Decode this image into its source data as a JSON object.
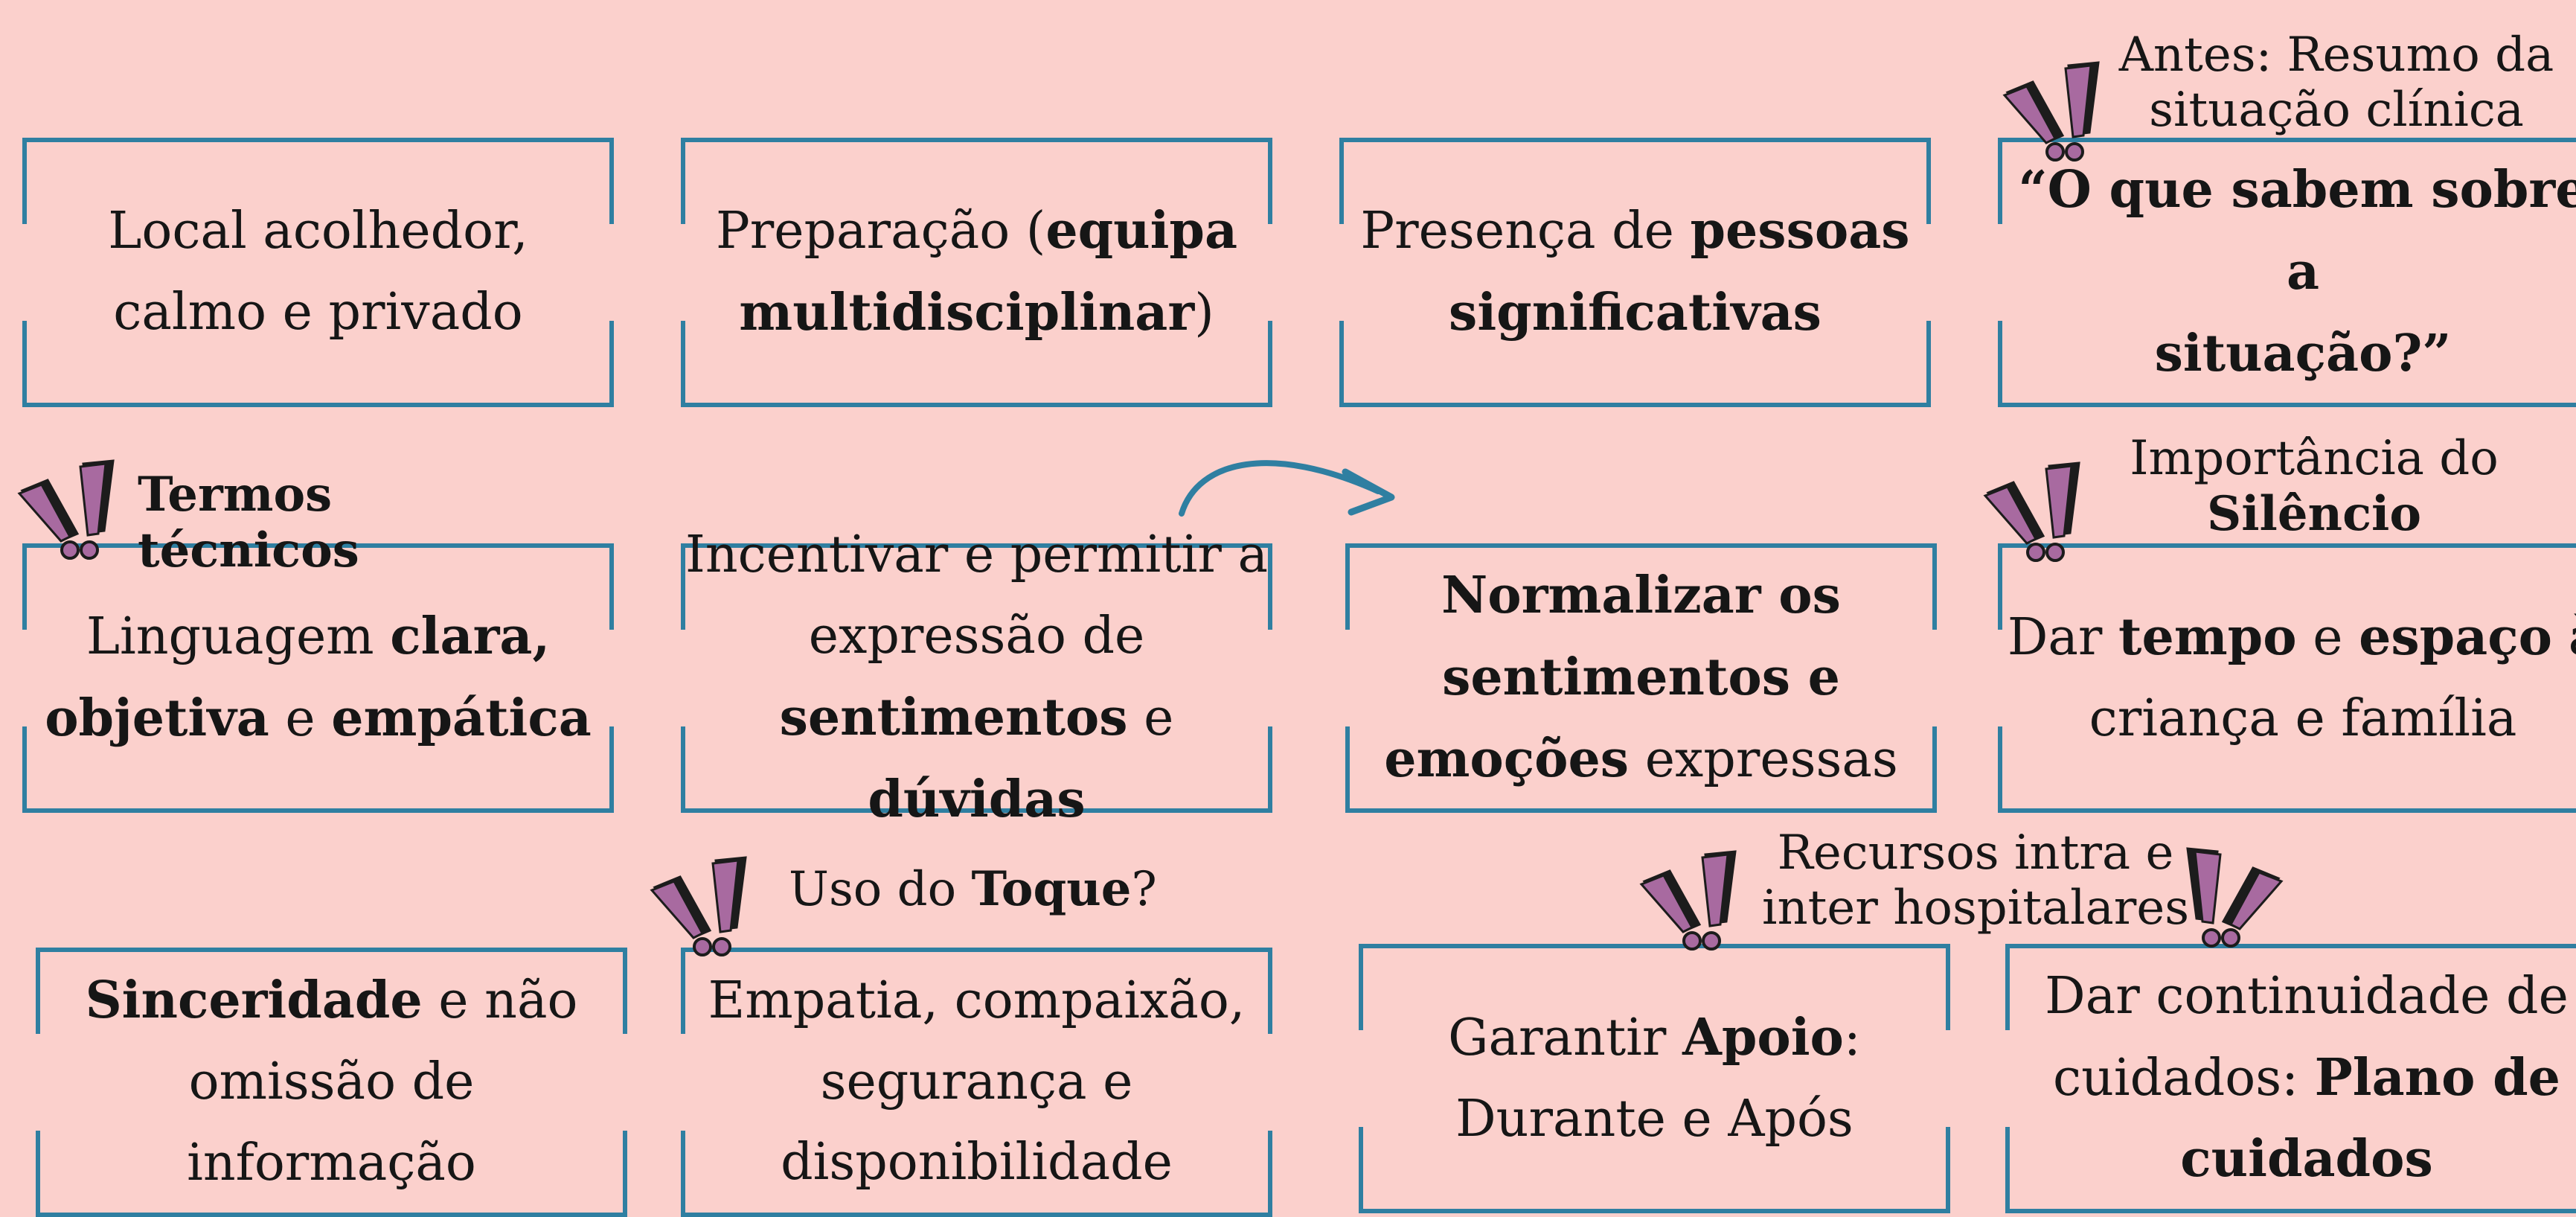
{
  "colors": {
    "background": "#fbd0cc",
    "frame": "#2f7fa1",
    "exclamation_fill": "#a86aa0",
    "exclamation_dark": "#1c1c1c",
    "text": "#161616"
  },
  "boxes": [
    {
      "id": "local",
      "lines": [
        [
          {
            "t": "Local acolhedor,"
          }
        ],
        [
          {
            "t": "calmo e privado"
          }
        ]
      ]
    },
    {
      "id": "preparacao",
      "lines": [
        [
          {
            "t": "Preparação ("
          },
          {
            "t": "equipa",
            "b": true
          }
        ],
        [
          {
            "t": "multidisciplinar",
            "b": true
          },
          {
            "t": ")"
          }
        ]
      ]
    },
    {
      "id": "presenca",
      "lines": [
        [
          {
            "t": "Presença de "
          },
          {
            "t": "pessoas",
            "b": true
          }
        ],
        [
          {
            "t": "significativas",
            "b": true
          }
        ]
      ]
    },
    {
      "id": "o-que-sabem",
      "lines": [
        [
          {
            "t": "“O que sabem sobre a",
            "b": true
          }
        ],
        [
          {
            "t": "situação?”",
            "b": true
          }
        ]
      ]
    },
    {
      "id": "linguagem",
      "lines": [
        [
          {
            "t": "Linguagem "
          },
          {
            "t": "clara,",
            "b": true
          }
        ],
        [
          {
            "t": "objetiva",
            "b": true
          },
          {
            "t": " e "
          },
          {
            "t": "empática",
            "b": true
          }
        ]
      ]
    },
    {
      "id": "incentivar",
      "lines": [
        [
          {
            "t": "Incentivar e permitir a"
          }
        ],
        [
          {
            "t": "expressão de"
          }
        ],
        [
          {
            "t": "sentimentos",
            "b": true
          },
          {
            "t": " e "
          },
          {
            "t": "dúvidas",
            "b": true
          }
        ]
      ]
    },
    {
      "id": "normalizar",
      "lines": [
        [
          {
            "t": "Normalizar os",
            "b": true
          }
        ],
        [
          {
            "t": "sentimentos e",
            "b": true
          }
        ],
        [
          {
            "t": "emoções",
            "b": true
          },
          {
            "t": " expressas"
          }
        ]
      ]
    },
    {
      "id": "dar-tempo",
      "lines": [
        [
          {
            "t": "Dar "
          },
          {
            "t": "tempo",
            "b": true
          },
          {
            "t": " e "
          },
          {
            "t": "espaço",
            "b": true
          },
          {
            "t": " à"
          }
        ],
        [
          {
            "t": "criança e família"
          }
        ]
      ]
    },
    {
      "id": "sinceridade",
      "lines": [
        [
          {
            "t": "Sinceridade",
            "b": true
          },
          {
            "t": " e não"
          }
        ],
        [
          {
            "t": "omissão de"
          }
        ],
        [
          {
            "t": "informação"
          }
        ]
      ]
    },
    {
      "id": "empatia",
      "lines": [
        [
          {
            "t": "Empatia, compaixão,"
          }
        ],
        [
          {
            "t": "segurança e"
          }
        ],
        [
          {
            "t": "disponibilidade"
          }
        ]
      ]
    },
    {
      "id": "garantir-apoio",
      "lines": [
        [
          {
            "t": "Garantir "
          },
          {
            "t": "Apoio",
            "b": true
          },
          {
            "t": ":"
          }
        ],
        [
          {
            "t": "Durante e Após"
          }
        ]
      ]
    },
    {
      "id": "continuidade",
      "lines": [
        [
          {
            "t": "Dar continuidade de"
          }
        ],
        [
          {
            "t": "cuidados: "
          },
          {
            "t": "Plano de",
            "b": true
          }
        ],
        [
          {
            "t": "cuidados",
            "b": true
          }
        ]
      ]
    }
  ],
  "labels": [
    {
      "id": "antes-resumo",
      "lines": [
        [
          {
            "t": "Antes: Resumo da"
          }
        ],
        [
          {
            "t": "situação clínica"
          }
        ]
      ]
    },
    {
      "id": "termos-tecnicos",
      "lines": [
        [
          {
            "t": "Termos técnicos",
            "b": true
          }
        ]
      ]
    },
    {
      "id": "importancia-silencio",
      "lines": [
        [
          {
            "t": "Importância do"
          }
        ],
        [
          {
            "t": "Silêncio",
            "b": true
          }
        ]
      ]
    },
    {
      "id": "uso-toque",
      "lines": [
        [
          {
            "t": "Uso do "
          },
          {
            "t": "Toque",
            "b": true
          },
          {
            "t": "?"
          }
        ]
      ]
    },
    {
      "id": "recursos",
      "lines": [
        [
          {
            "t": "Recursos intra e"
          }
        ],
        [
          {
            "t": "inter hospitalares"
          }
        ]
      ]
    }
  ]
}
